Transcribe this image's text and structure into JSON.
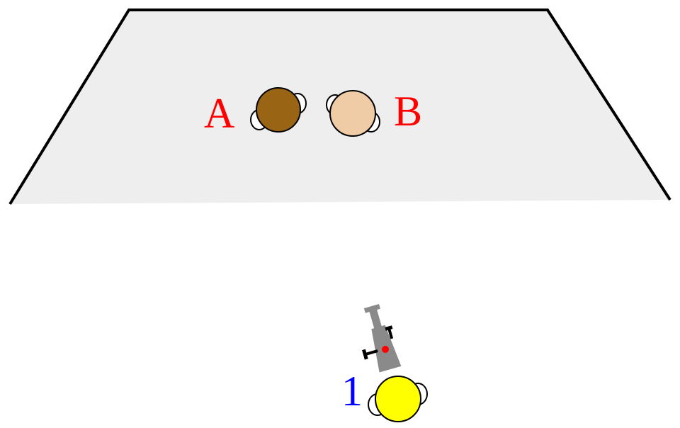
{
  "labels": {
    "person_a": "A",
    "person_b": "B",
    "camera_1": "1"
  },
  "colors": {
    "floor_fill": "#eeeeee",
    "floor_outline": "#000000",
    "label_people": "#ff0000",
    "label_camera": "#0000ff",
    "person_a_head": "#996515",
    "person_b_head": "#efcba6",
    "operator_head": "#ffff00",
    "camera_body": "#8a8a8a",
    "camera_dot": "#ff0000"
  },
  "icons": {
    "person_a": "person-head-icon",
    "person_b": "person-head-icon",
    "operator": "person-head-icon",
    "camera": "video-camera-icon"
  }
}
